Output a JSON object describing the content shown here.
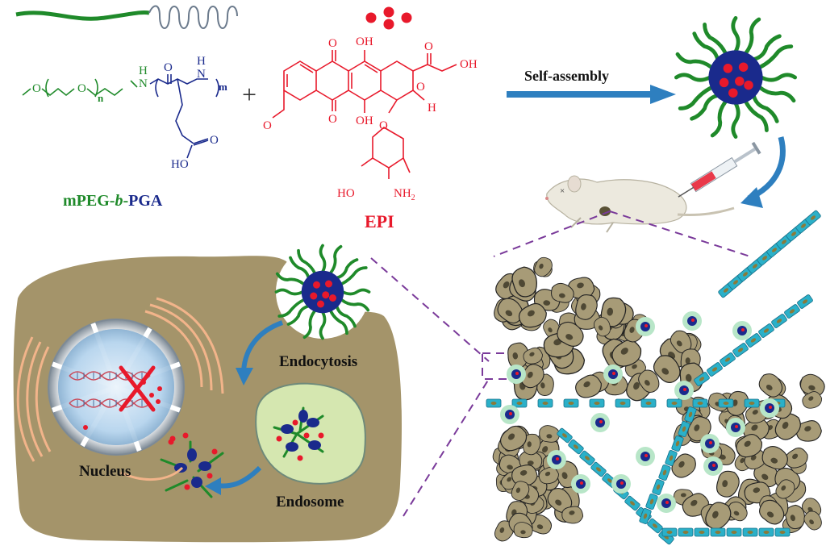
{
  "labels": {
    "copolymer_prefix": "mPEG-",
    "copolymer_b": "b",
    "copolymer_dash": "-",
    "copolymer_suffix": "PGA",
    "drug": "EPI",
    "self_assembly": "Self-assembly",
    "endocytosis": "Endocytosis",
    "endosome": "Endosome",
    "nucleus": "Nucleus",
    "plus": "+"
  },
  "chem": {
    "peg_o1": "O",
    "peg_o2": "O",
    "peg_n": "n",
    "peg_nh_n": "N",
    "peg_nh_h": "H",
    "pga_o": "O",
    "pga_n": "N",
    "pga_h": "H",
    "pga_m": "m",
    "pga_o2": "O",
    "pga_ho": "HO",
    "epi_oh1": "OH",
    "epi_oh2": "OH",
    "epi_oh3": "OH",
    "epi_o1": "O",
    "epi_o2": "O",
    "epi_o3": "O",
    "epi_o4": "O",
    "epi_o5": "O",
    "epi_o6": "O",
    "epi_h": "H",
    "epi_ho": "HO",
    "epi_nh2": "NH",
    "epi_nh2_sub": "2"
  },
  "colors": {
    "peg_green": "#1f8a2a",
    "pga_blue": "#1a2a8c",
    "drug_red": "#e8192b",
    "arrow_blue": "#2e7fbf",
    "cell_bg": "#a4946a",
    "vessel_cyan": "#2bb0c8",
    "dash_purple": "#7a3a9a"
  }
}
